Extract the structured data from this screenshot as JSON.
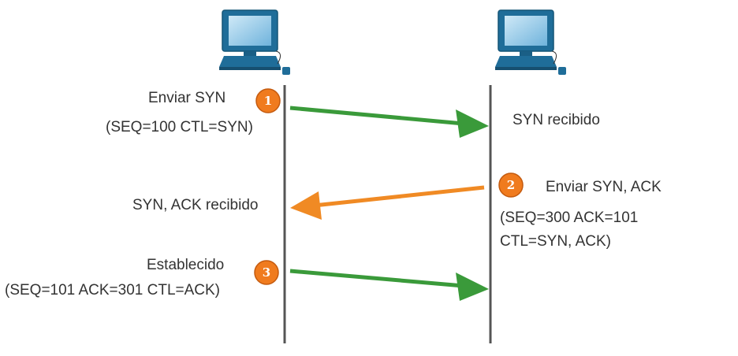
{
  "colors": {
    "timeline": "#555555",
    "arrow_green": "#3a9a3a",
    "arrow_orange": "#f08a24",
    "badge": "#f07b1e",
    "computer": "#1f6d99",
    "computer_screen": "#9fd0ec"
  },
  "hosts": [
    {
      "icon": "desktop-computer-icon"
    },
    {
      "icon": "desktop-computer-icon"
    }
  ],
  "steps": [
    {
      "badge": "1",
      "label": "Enviar SYN",
      "detail": "(SEQ=100 CTL=SYN)",
      "result": "SYN recibido",
      "direction": "left-to-right",
      "color": "#3a9a3a"
    },
    {
      "badge": "2",
      "label": "Enviar SYN, ACK",
      "detail_line1": "(SEQ=300 ACK=101",
      "detail_line2": "CTL=SYN, ACK)",
      "result": "SYN, ACK recibido",
      "direction": "right-to-left",
      "color": "#f08a24"
    },
    {
      "badge": "3",
      "label": "Establecido",
      "detail": "(SEQ=101 ACK=301 CTL=ACK)",
      "direction": "left-to-right",
      "color": "#3a9a3a"
    }
  ]
}
